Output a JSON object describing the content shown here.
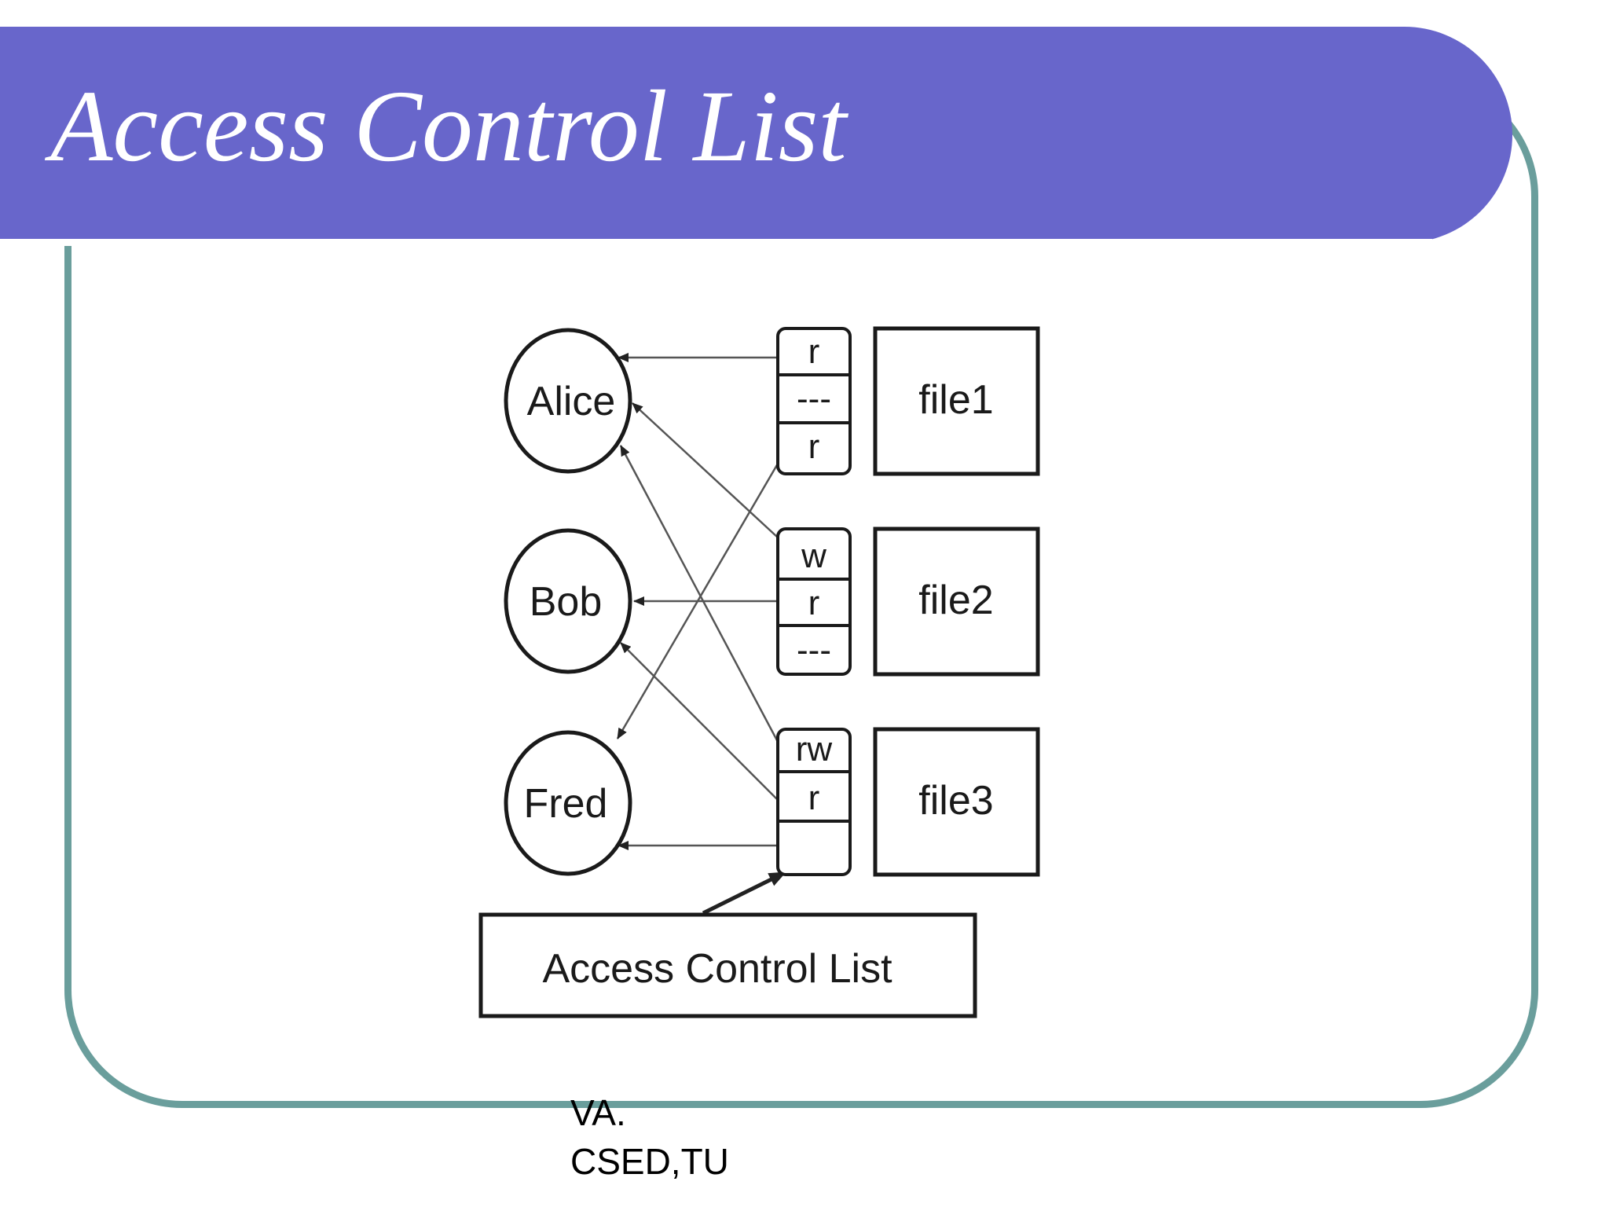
{
  "slide": {
    "title": "Access Control List",
    "footer_line1": "VA.",
    "footer_line2": "CSED,TU"
  },
  "diagram": {
    "subjects": [
      "Alice",
      "Bob",
      "Fred"
    ],
    "files": [
      "file1",
      "file2",
      "file3"
    ],
    "acl_entries": [
      [
        "r",
        "---",
        "r"
      ],
      [
        "w",
        "r",
        "---"
      ],
      [
        "rw",
        "r",
        ""
      ]
    ],
    "acl_label": "Access Control List"
  },
  "colors": {
    "title_bar": "#6866cb",
    "frame_border": "#6a9e9c"
  }
}
